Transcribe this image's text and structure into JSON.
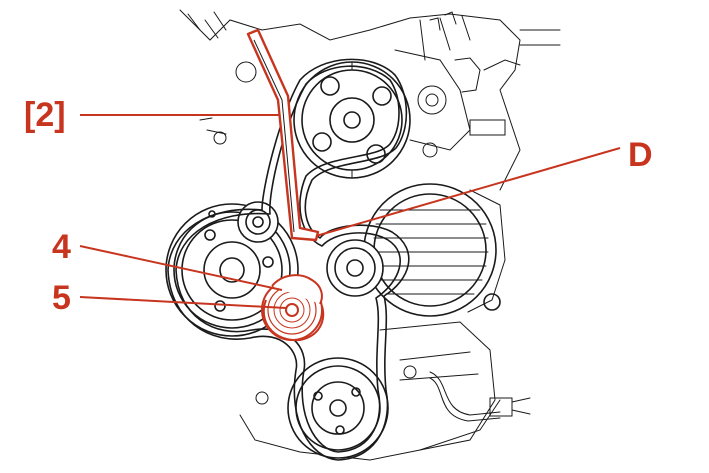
{
  "colors": {
    "callout": "#c8351f",
    "ink": "#1a1a1a",
    "background": "#ffffff"
  },
  "callouts": {
    "tool": {
      "label": "[2]"
    },
    "point_d": {
      "label": "D"
    },
    "item_4": {
      "label": "4"
    },
    "item_5": {
      "label": "5"
    }
  }
}
